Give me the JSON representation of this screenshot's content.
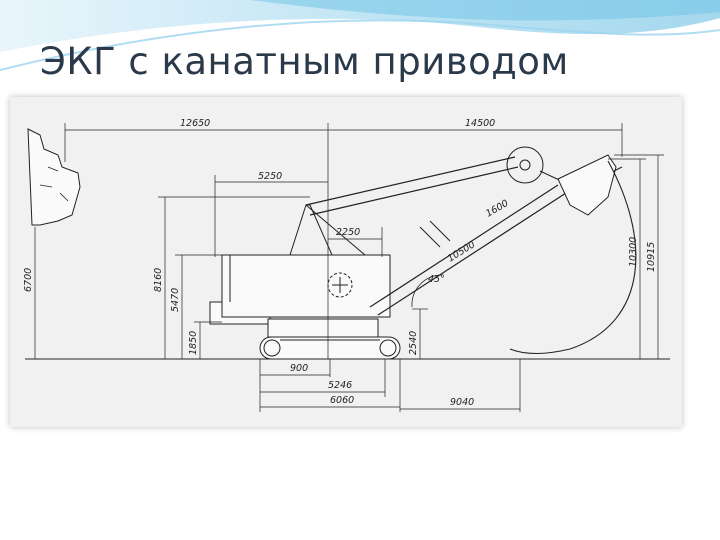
{
  "slide": {
    "title": "ЭКГ с канатным приводом"
  },
  "diagram": {
    "dimensions": {
      "d12650": "12650",
      "d14500": "14500",
      "d5250": "5250",
      "d2250": "2250",
      "d1600": "1600",
      "d10500": "10500",
      "d45": "45°",
      "d10300": "10300",
      "d10915": "10915",
      "d6700": "6700",
      "d8160": "8160",
      "d5470": "5470",
      "d1850": "1850",
      "d2540": "2540",
      "d900": "900",
      "d5246": "5246",
      "d6060": "6060",
      "d9040": "9040"
    }
  },
  "colors": {
    "title": "#2b3a4a",
    "accent": "#7fc6e6"
  }
}
